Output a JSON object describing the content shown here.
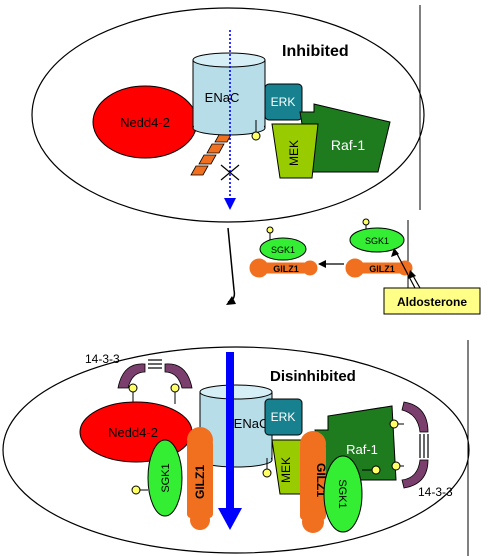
{
  "top_panel": {
    "state_label": "Inhibited",
    "enac_label": "ENaC",
    "nedd_label": "Nedd4-2",
    "erk_label": "ERK",
    "mek_label": "MEK",
    "raf_label": "Raf-1"
  },
  "middle": {
    "sgk1_left": "SGK1",
    "gilz1_left": "GILZ1",
    "sgk1_right": "SGK1",
    "gilz1_right": "GILZ1",
    "aldosterone_label": "Aldosterone"
  },
  "bottom_panel": {
    "state_label": "Disinhibited",
    "enac_label": "ENaC",
    "nedd_label": "Nedd4-2",
    "erk_label": "ERK",
    "mek_label": "MEK",
    "raf_label": "Raf-1",
    "sgk1_left": "SGK1",
    "gilz1_left": "GILZ1",
    "sgk1_right": "SGK1",
    "gilz1_right": "GILZ1",
    "p1433_left": "14-3-3",
    "p1433_right": "14-3-3"
  },
  "colors": {
    "nedd": "#ff0000",
    "enac": "#b7dde8",
    "erk": "#17818f",
    "mek": "#99cc00",
    "raf": "#1e7b1e",
    "sgk1": "#33ee33",
    "gilz1": "#f07020",
    "p1433": "#7b3f6e",
    "aldosterone_box": "#ffff88",
    "arrow_blue": "#0000ff",
    "phospho": "#ffff66"
  }
}
